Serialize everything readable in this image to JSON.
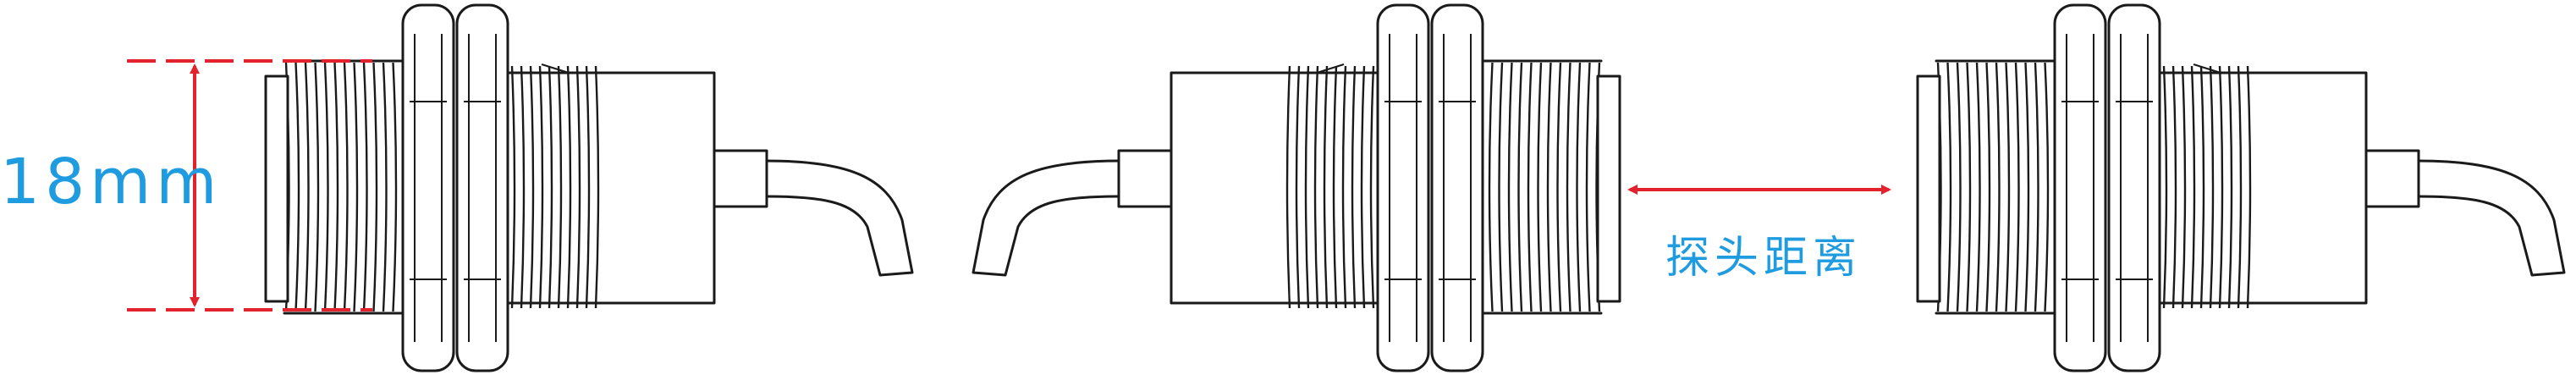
{
  "diameter_label": "18mm",
  "distance_label": "探头距离",
  "colors": {
    "line": "#1a1a1a",
    "dimension": "#e2222c",
    "label": "#1f9be0",
    "background": "#ffffff"
  },
  "sensors": [
    {
      "name": "left-sensor",
      "facing": "left"
    },
    {
      "name": "middle-sensor",
      "facing": "right"
    },
    {
      "name": "right-sensor",
      "facing": "left"
    }
  ]
}
